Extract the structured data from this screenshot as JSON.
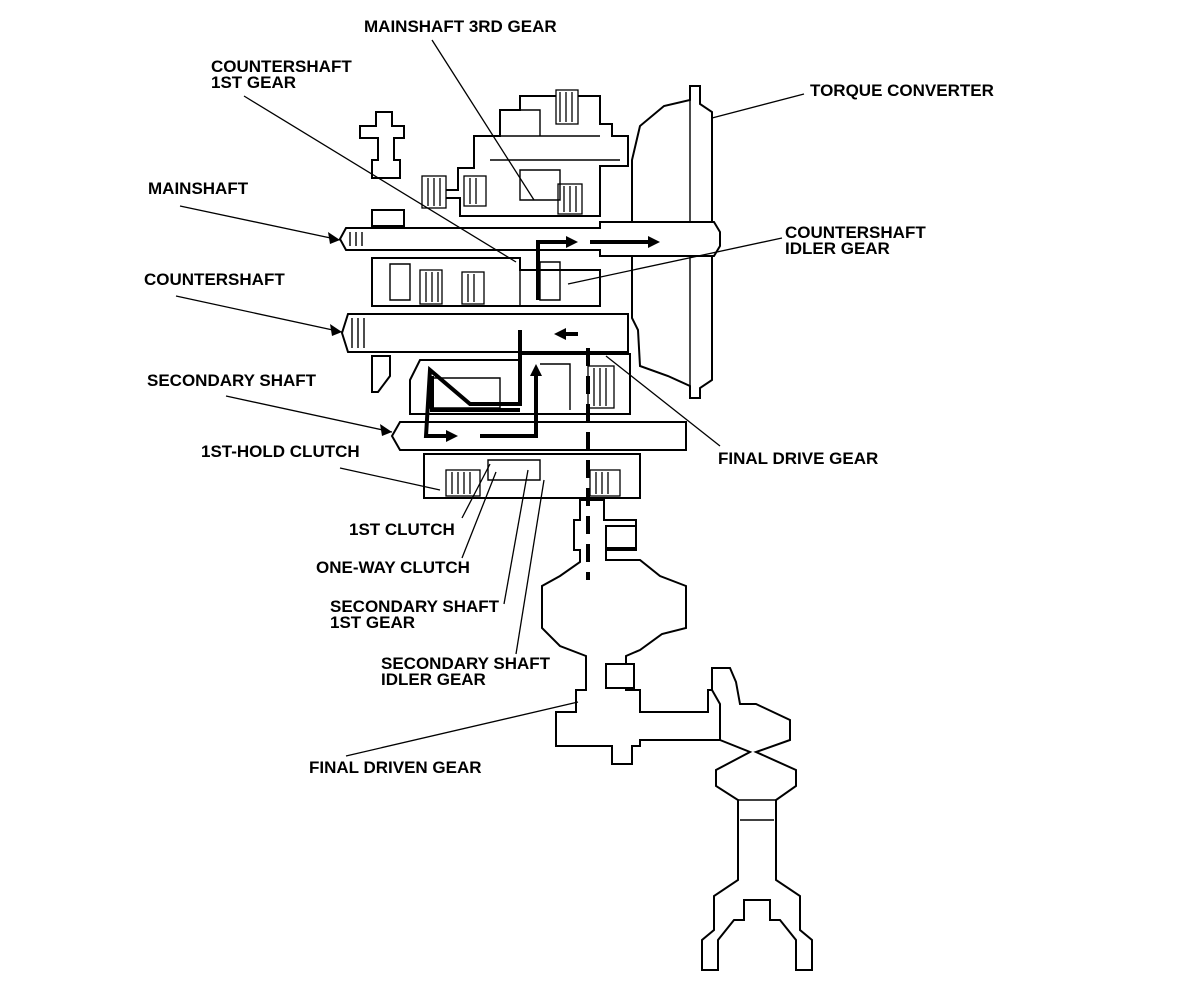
{
  "labels": {
    "mainshaft_3rd_gear": "MAINSHAFT 3RD GEAR",
    "countershaft_1st_gear_1": "COUNTERSHAFT",
    "countershaft_1st_gear_2": "1ST GEAR",
    "torque_converter": "TORQUE CONVERTER",
    "mainshaft": "MAINSHAFT",
    "countershaft_idler_gear_1": "COUNTERSHAFT",
    "countershaft_idler_gear_2": "IDLER GEAR",
    "countershaft": "COUNTERSHAFT",
    "secondary_shaft": "SECONDARY SHAFT",
    "final_drive_gear": "FINAL DRIVE GEAR",
    "first_hold_clutch": "1ST-HOLD CLUTCH",
    "first_clutch": "1ST CLUTCH",
    "one_way_clutch": "ONE-WAY CLUTCH",
    "secondary_shaft_1st_gear_1": "SECONDARY SHAFT",
    "secondary_shaft_1st_gear_2": "1ST GEAR",
    "secondary_shaft_idler_gear_1": "SECONDARY SHAFT",
    "secondary_shaft_idler_gear_2": "IDLER GEAR",
    "final_driven_gear": "FINAL DRIVEN GEAR"
  }
}
